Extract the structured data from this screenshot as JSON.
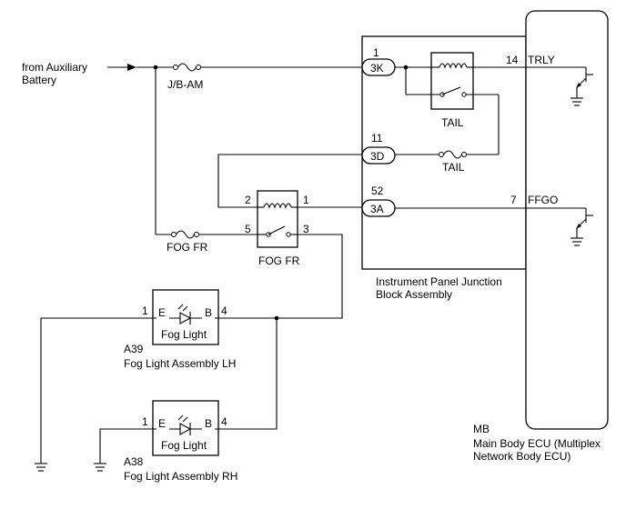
{
  "source": {
    "line1": "from Auxiliary",
    "line2": "Battery"
  },
  "fuses": {
    "jb_am": "J/B-AM",
    "tail": "TAIL",
    "fog_fr": "FOG FR"
  },
  "relays": {
    "tail": "TAIL",
    "fog_fr": "FOG FR"
  },
  "relay_pins": [
    "2",
    "1",
    "5",
    "3"
  ],
  "junction_block": {
    "name_line1": "Instrument Panel Junction",
    "name_line2": "Block Assembly",
    "connectors": [
      {
        "pin": "1",
        "label": "3K"
      },
      {
        "pin": "11",
        "label": "3D"
      },
      {
        "pin": "52",
        "label": "3A"
      }
    ]
  },
  "ecu": {
    "code": "MB",
    "name_line1": "Main Body ECU (Multiplex",
    "name_line2": "Network Body ECU)",
    "signals": [
      {
        "pin": "14",
        "name": "TRLY"
      },
      {
        "pin": "7",
        "name": "FFGO"
      }
    ]
  },
  "lights": [
    {
      "code": "A39",
      "name": "Fog Light Assembly LH",
      "label": "Fog Light",
      "pin_left": "1",
      "pin_right": "4",
      "term_left": "E",
      "term_right": "B"
    },
    {
      "code": "A38",
      "name": "Fog Light Assembly RH",
      "label": "Fog Light",
      "pin_left": "1",
      "pin_right": "4",
      "term_left": "E",
      "term_right": "B"
    }
  ]
}
